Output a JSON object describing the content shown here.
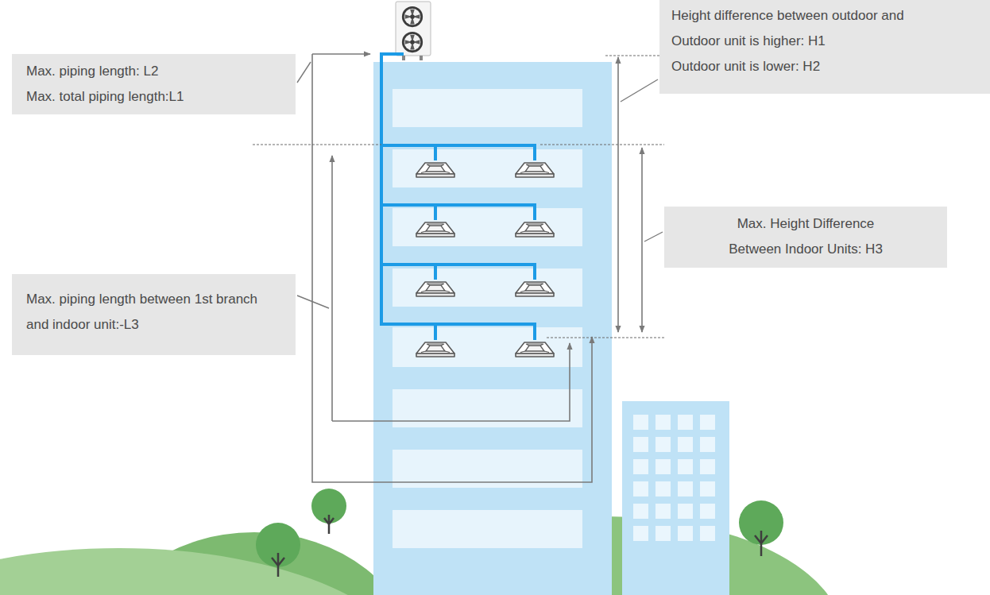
{
  "diagram": {
    "nodes": [
      {
        "text": [
          "Max. piping length: L2",
          "Max. total piping length:L1"
        ]
      },
      {
        "text": [
          "Height difference between outdoor and",
          "Outdoor unit is higher: H1",
          "Outdoor unit is lower: H2"
        ]
      },
      {
        "text": [
          "Max. Height Difference Between Indoor Units: H3"
        ]
      },
      {
        "text": [
          "Max. piping length between 1st branch and indoor unit:-L3"
        ]
      }
    ]
  }
}
